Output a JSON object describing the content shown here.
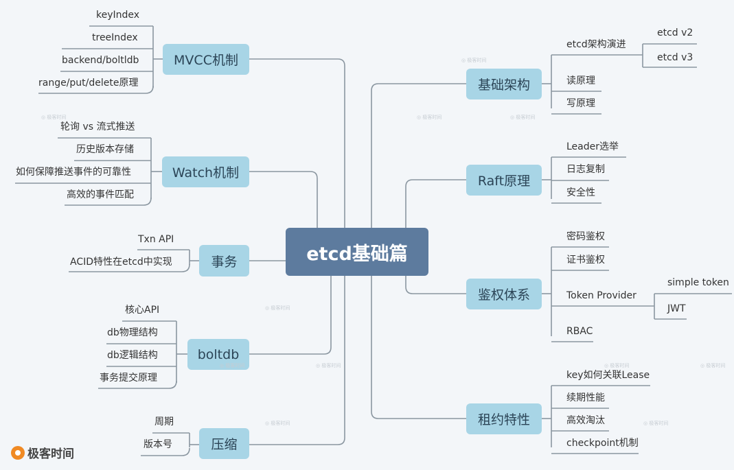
{
  "root": {
    "label": "etcd基础篇"
  },
  "branches": {
    "mvcc": {
      "label": "MVCC机制",
      "items": [
        "keyIndex",
        "treeIndex",
        "backend/boltldb",
        "range/put/delete原理"
      ]
    },
    "watch": {
      "label": "Watch机制",
      "items": [
        "轮询 vs 流式推送",
        "历史版本存储",
        "如何保障推送事件的可靠性",
        "高效的事件匹配"
      ]
    },
    "txn": {
      "label": "事务",
      "items": [
        "Txn API",
        "ACID特性在etcd中实现"
      ]
    },
    "boltdb": {
      "label": "boltdb",
      "items": [
        "核心API",
        "db物理结构",
        "db逻辑结构",
        "事务提交原理"
      ]
    },
    "compact": {
      "label": "压缩",
      "items": [
        "周期",
        "版本号"
      ]
    },
    "arch": {
      "label": "基础架构",
      "items": [
        "etcd架构演进",
        "读原理",
        "写原理"
      ],
      "sub": [
        "etcd v2",
        "etcd v3"
      ]
    },
    "raft": {
      "label": "Raft原理",
      "items": [
        "Leader选举",
        "日志复制",
        "安全性"
      ]
    },
    "auth": {
      "label": "鉴权体系",
      "items": [
        "密码鉴权",
        "证书鉴权",
        "Token Provider",
        "RBAC"
      ],
      "sub": [
        "simple token",
        "JWT"
      ]
    },
    "lease": {
      "label": "租约特性",
      "items": [
        "key如何关联Lease",
        "续期性能",
        "高效淘汰",
        "checkpoint机制"
      ]
    }
  },
  "watermark": "极客时间",
  "logo": {
    "text": "极客时间"
  },
  "colors": {
    "node": "#a8d5e6",
    "root": "#5d7b9e",
    "line": "#8a96a0",
    "background": "#f3f6f9"
  }
}
